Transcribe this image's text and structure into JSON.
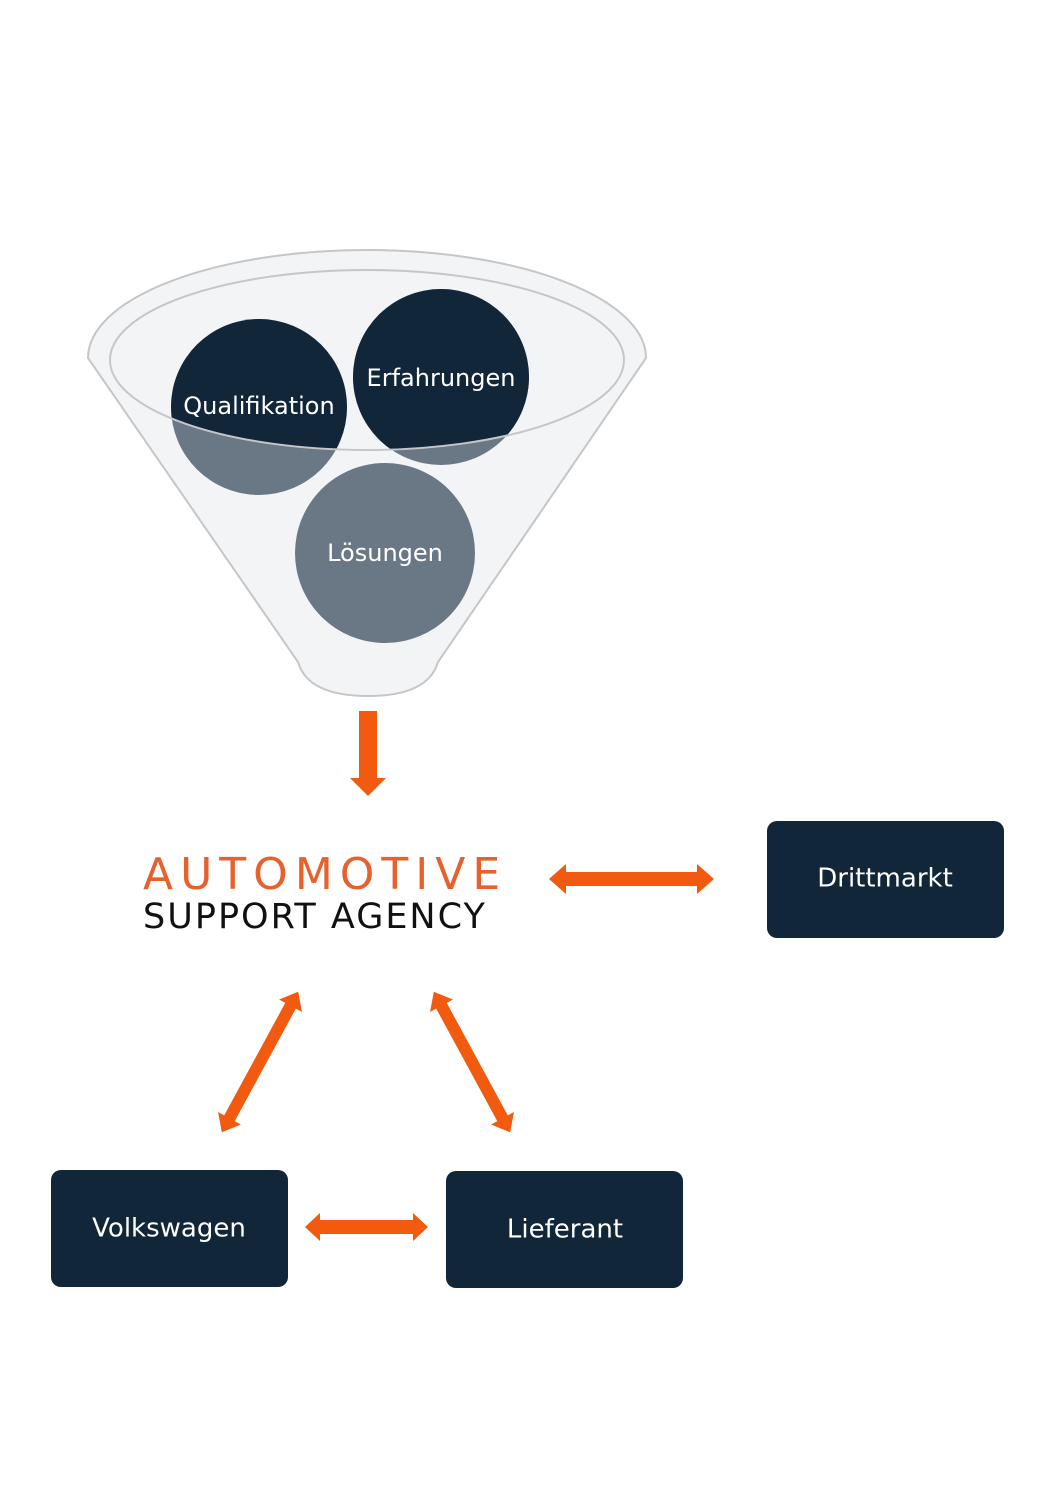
{
  "colors": {
    "accent": "#f15a0f",
    "brand_orange": "#e8602c",
    "brand_black": "#111111",
    "navy": "#12263a",
    "slate": "#6a7785",
    "funnel_fill": "#f3f4f6",
    "funnel_stroke": "#c4c6c9",
    "text_light": "#ffffff"
  },
  "funnel": {
    "items": [
      {
        "label": "Qualifikation"
      },
      {
        "label": "Erfahrungen"
      },
      {
        "label": "Lösungen"
      }
    ]
  },
  "brand": {
    "line1": "AUTOMOTIVE",
    "line2": "SUPPORT AGENCY"
  },
  "nodes": {
    "drittmarkt": "Drittmarkt",
    "volkswagen": "Volkswagen",
    "lieferant": "Lieferant"
  },
  "connections": [
    {
      "from": "funnel",
      "to": "agency",
      "type": "one-way"
    },
    {
      "from": "agency",
      "to": "drittmarkt",
      "type": "two-way"
    },
    {
      "from": "agency",
      "to": "volkswagen",
      "type": "two-way"
    },
    {
      "from": "agency",
      "to": "lieferant",
      "type": "two-way"
    },
    {
      "from": "volkswagen",
      "to": "lieferant",
      "type": "two-way"
    }
  ]
}
